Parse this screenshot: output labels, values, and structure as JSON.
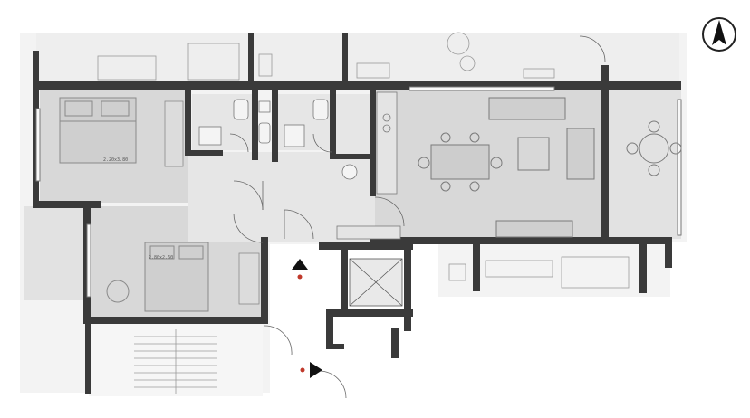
{
  "plan": {
    "room_labels": {
      "bedroom_main": "2.20x3.80",
      "bedroom_second": "2.80x2.60"
    },
    "north_arrow": {
      "icon": "north-arrow-icon",
      "direction": "N"
    },
    "entrances": [
      {
        "id": "entrance-upper",
        "icon": "entrance-arrow-up-icon"
      },
      {
        "id": "entrance-lower",
        "icon": "entrance-arrow-right-icon"
      }
    ],
    "colors": {
      "background": "#ffffff",
      "plan_paper": "#f2f2f2",
      "room_fill": "#d9d9d9",
      "wall": "#3a3a3a",
      "furniture": "#8a8a8a",
      "marker": "#111111"
    }
  }
}
